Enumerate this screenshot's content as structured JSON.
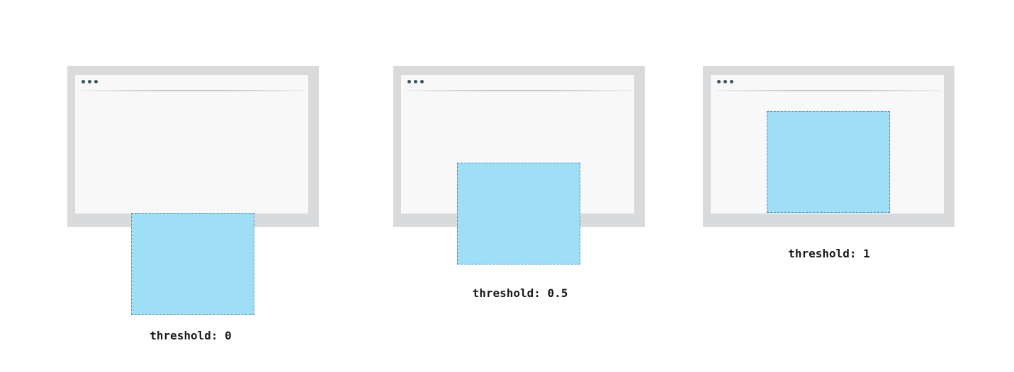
{
  "examples": [
    {
      "caption": "threshold: 0"
    },
    {
      "caption": "threshold: 0.5"
    },
    {
      "caption": "threshold: 1"
    }
  ],
  "colors": {
    "monitor_frame": "#d9dadb",
    "window_background": "#f8f8f8",
    "window_dots": "#3b5566",
    "target_fill": "#9edff5",
    "target_border": "#4a8fcf"
  }
}
